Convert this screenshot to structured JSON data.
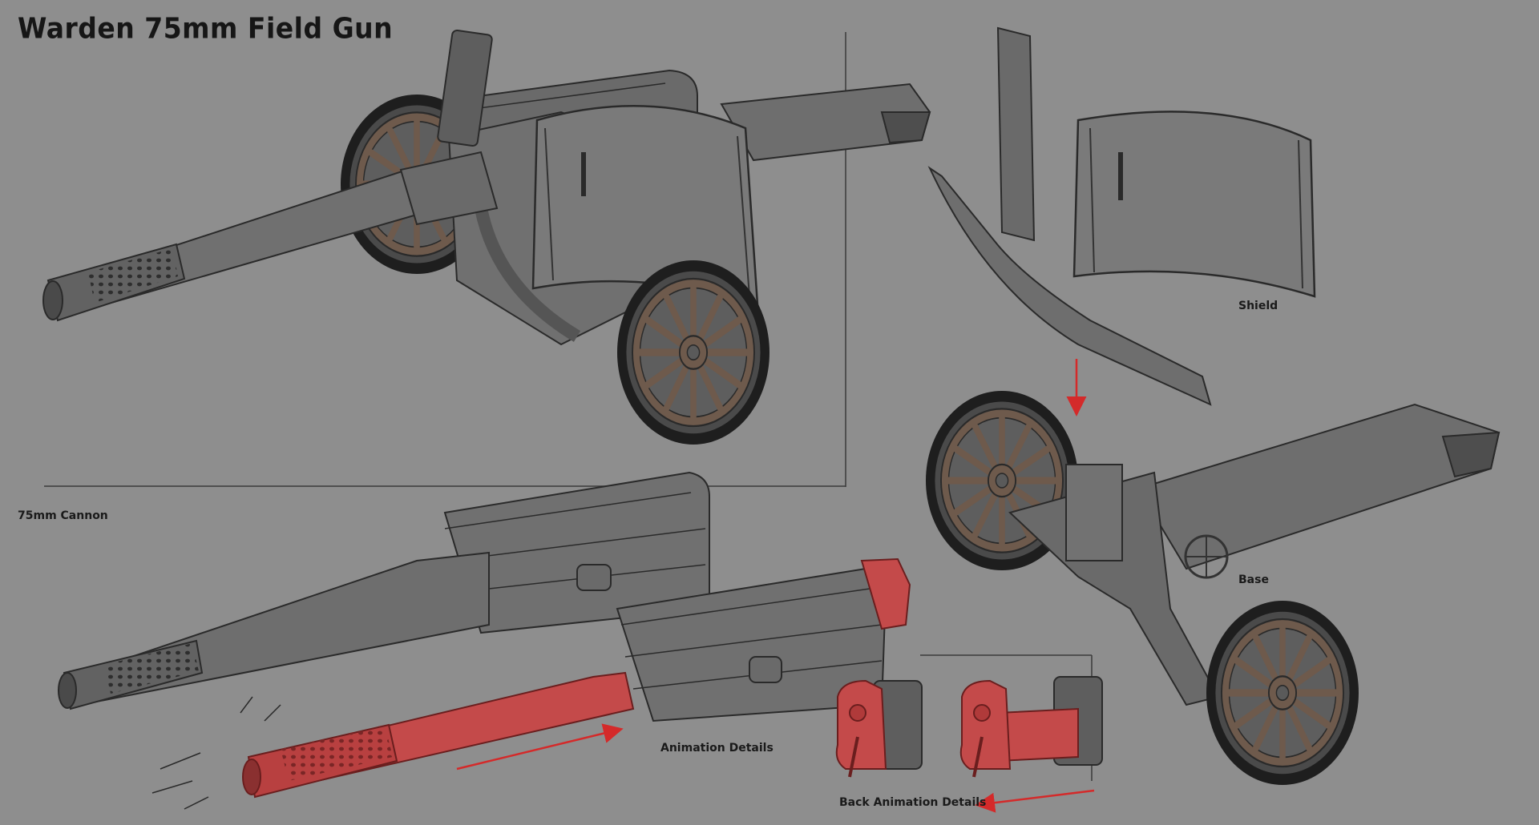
{
  "title": "Warden 75mm Field Gun",
  "labels": {
    "cannon": "75mm Cannon",
    "shield": "Shield",
    "base": "Base",
    "animation": "Animation Details",
    "back_animation": "Back Animation Details"
  },
  "colors": {
    "background": "#8e8e8e",
    "metal_dark": "#5a5a5a",
    "metal_mid": "#6e6e6e",
    "metal_light": "#828282",
    "outline": "#2a2a2a",
    "wheel_wood": "#6e5a4c",
    "tire": "#1e1e1e",
    "highlight_red": "#c44a4a",
    "arrow_red": "#d42a2a"
  }
}
